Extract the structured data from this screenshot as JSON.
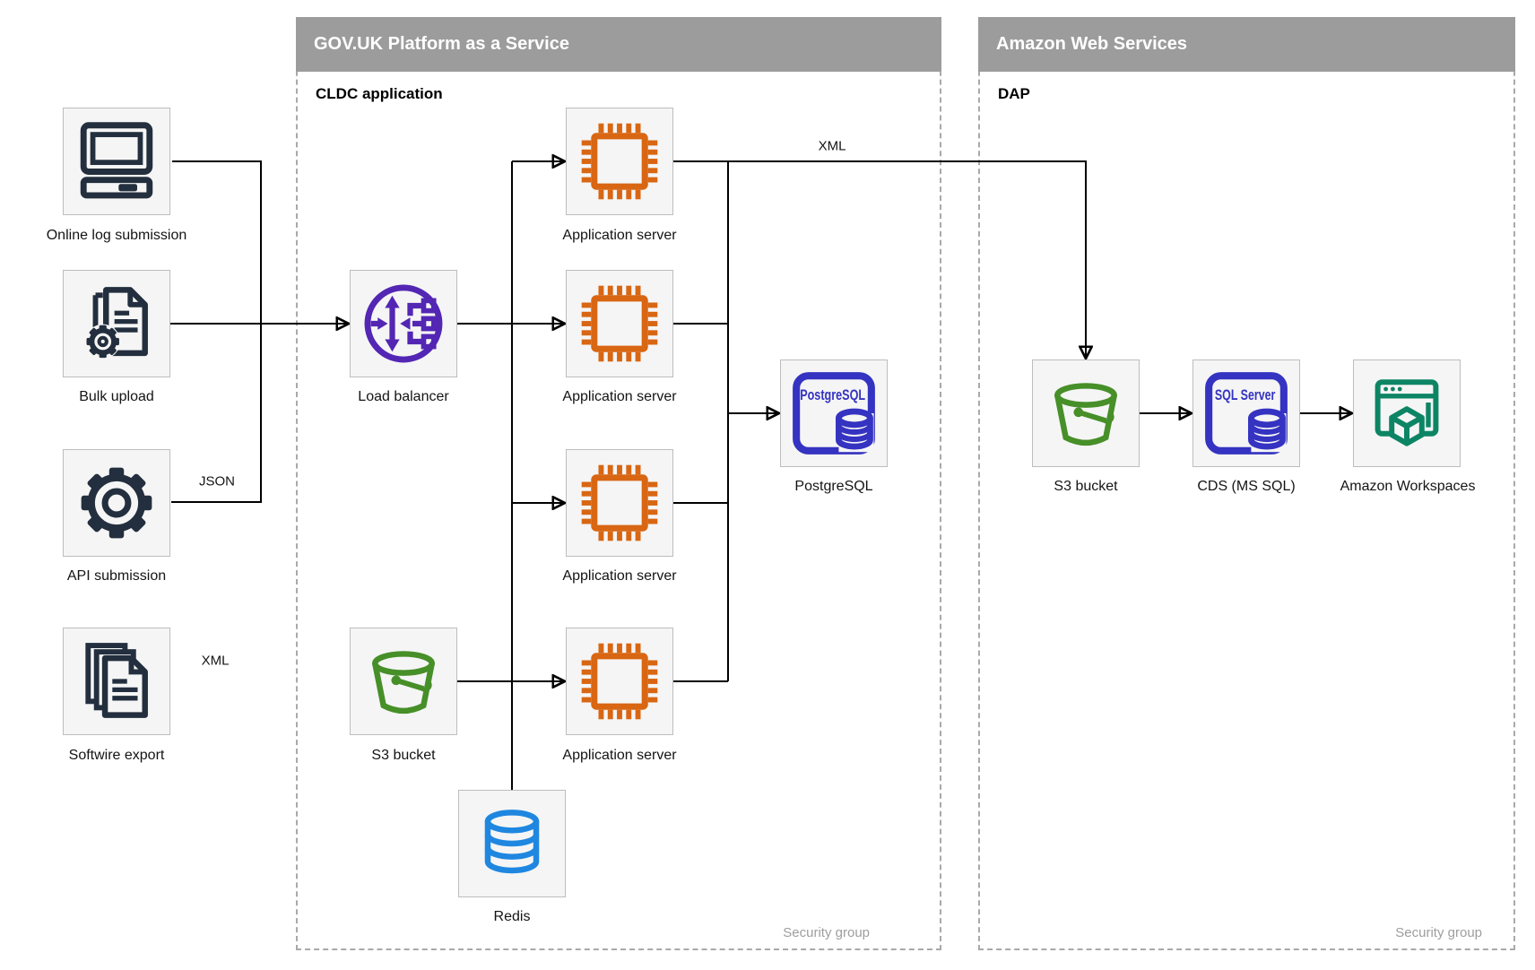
{
  "colors": {
    "navy": "#232F3E",
    "orange": "#D86613",
    "green": "#478F28",
    "purple": "#5326B4",
    "blue": "#1F87E0",
    "indigo": "#3533C1",
    "teal": "#0D8565",
    "headerGray": "#9C9C9C",
    "boxFill": "#F5F5F5",
    "boxBorder": "#BDBDBD",
    "dashBorder": "#A9A9A9",
    "mutedGray": "#9E9E9E"
  },
  "containers": [
    {
      "title": "GOV.UK Platform as a Service",
      "sublabel": "CLDC application",
      "footer": "Security group"
    },
    {
      "title": "Amazon Web Services",
      "sublabel": "DAP",
      "footer": "Security group"
    }
  ],
  "nodes": [
    {
      "id": "online-log-submission",
      "label": "Online log submission",
      "icon": "computer-icon"
    },
    {
      "id": "bulk-upload",
      "label": "Bulk upload",
      "icon": "document-gear-icon"
    },
    {
      "id": "api-submission",
      "label": "API submission",
      "icon": "gear-icon"
    },
    {
      "id": "softwire-export",
      "label": "Softwire export",
      "icon": "documents-icon"
    },
    {
      "id": "load-balancer",
      "label": "Load balancer",
      "icon": "load-balancer-icon"
    },
    {
      "id": "application-server-1",
      "label": "Application server",
      "icon": "chip-icon"
    },
    {
      "id": "application-server-2",
      "label": "Application server",
      "icon": "chip-icon"
    },
    {
      "id": "application-server-3",
      "label": "Application server",
      "icon": "chip-icon"
    },
    {
      "id": "application-server-4",
      "label": "Application server",
      "icon": "chip-icon"
    },
    {
      "id": "s3-bucket-paas",
      "label": "S3 bucket",
      "icon": "bucket-icon"
    },
    {
      "id": "redis",
      "label": "Redis",
      "icon": "database-icon"
    },
    {
      "id": "postgresql",
      "label": "PostgreSQL",
      "icon": "postgresql-icon",
      "icon_text": "PostgreSQL"
    },
    {
      "id": "s3-bucket-aws",
      "label": "S3 bucket",
      "icon": "bucket-icon"
    },
    {
      "id": "cds-ms-sql",
      "label": "CDS (MS SQL)",
      "icon": "sql-server-icon",
      "icon_text": "SQL Server"
    },
    {
      "id": "amazon-workspaces",
      "label": "Amazon Workspaces",
      "icon": "workspaces-icon"
    }
  ],
  "edge_labels": {
    "api_to_app": "JSON",
    "app_to_aws": "XML",
    "softwire_to_s3": "XML"
  }
}
